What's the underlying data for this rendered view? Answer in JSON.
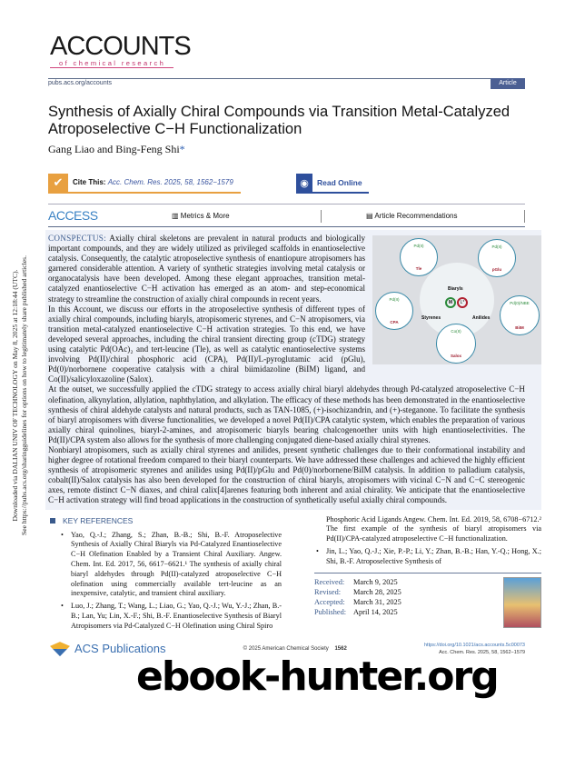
{
  "journal": {
    "logo_main": "ACCOUNTS",
    "logo_sub": "of chemical research",
    "url": "pubs.acs.org/accounts",
    "badge": "Article"
  },
  "article": {
    "title": "Synthesis of Axially Chiral Compounds via Transition Metal-Catalyzed Atroposelective C−H Functionalization",
    "authors": "Gang Liao and Bing-Feng Shi",
    "corresponding_mark": "*"
  },
  "cite": {
    "label": "Cite This:",
    "citation": "Acc. Chem. Res. 2025, 58, 1562−1579",
    "icon": "check-icon"
  },
  "read_online": {
    "label": "Read Online",
    "icon": "globe-icon"
  },
  "access": {
    "label": "ACCESS",
    "metrics": "Metrics & More",
    "recommendations": "Article Recommendations"
  },
  "side_notice": [
    "Downloaded via DALIAN UNIV OF TECHNOLOGY on May 8, 2025 at 12:18:44 (UTC).",
    "See https://pubs.acs.org/sharingguidelines for options on how to legitimately share published articles."
  ],
  "conspectus": {
    "label": "CONSPECTUS:",
    "p1": " Axially chiral skeletons are prevalent in natural products and biologically important compounds, and they are widely utilized as privileged scaffolds in enantioselective catalysis. Consequently, the catalytic atroposelective synthesis of enantiopure atropisomers has garnered considerable attention. A variety of synthetic strategies involving metal catalysis or organocatalysis have been developed. Among these elegant approaches, transition metal-catalyzed enantioselective C−H activation has emerged as an atom- and step-economical strategy to streamline the construction of axially chiral compounds in recent years.",
    "p2": "In this Account, we discuss our efforts in the atroposelective synthesis of different types of axially chiral compounds, including biaryls, atropisomeric styrenes, and C−N atropisomers, via transition metal-catalyzed enantioselective C−H activation strategies. To this end, we have developed several approaches, including the chiral transient directing group (cTDG) strategy using catalytic Pd(OAc)₂ and tert-leucine (Tle), as well as catalytic enantioselective systems involving Pd(II)/chiral phosphoric acid (CPA), Pd(II)/L-pyroglutamic acid (pGlu), Pd(0)/norbornene cooperative catalysis with a chiral biimidazoline (BiIM) ligand, and Co(II)/salicyloxazoline (Salox).",
    "p3": "At the outset, we successfully applied the cTDG strategy to access axially chiral biaryl aldehydes through Pd-catalyzed atroposelective C−H olefination, alkynylation, allylation, naphthylation, and alkylation. The efficacy of these methods has been demonstrated in the enantioselective synthesis of chiral aldehyde catalysts and natural products, such as TAN-1085, (+)-isochizandrin, and (+)-steganone. To facilitate the synthesis of biaryl atropisomers with diverse functionalities, we developed a novel Pd(II)/CPA catalytic system, which enables the preparation of various axially chiral quinolines, biaryl-2-amines, and atropisomeric biaryls bearing chalcogenoether units with high enantioselectivities. The Pd(II)/CPA system also allows for the synthesis of more challenging conjugated diene-based axially chiral styrenes.",
    "p4": "Nonbiaryl atropisomers, such as axially chiral styrenes and anilides, present synthetic challenges due to their conformational instability and higher degree of rotational freedom compared to their biaryl counterparts. We have addressed these challenges and achieved the highly efficient synthesis of atropisomeric styrenes and anilides using Pd(II)/pGlu and Pd(0)/norbornene/BiIM catalysis. In addition to palladium catalysis, cobalt(II)/Salox catalysis has also been developed for the construction of chiral biaryls, atropisomers with vicinal C−N and C−C stereogenic axes, remote distinct C−N diaxes, and chiral calix[4]arenes featuring both inherent and axial chirality. We anticipate that the enantioselective C−H activation strategy will find broad applications in the construction of synthetically useful axially chiral compounds."
  },
  "toc_graphic": {
    "center": "Biaryls",
    "left": "Styrenes",
    "right": "Anilides",
    "hub_m": "M",
    "hub_l": "L*",
    "circles": [
      {
        "top": "Pd(II)",
        "bottom": "Tle"
      },
      {
        "top": "Pd(II)",
        "bottom": "pGlu"
      },
      {
        "top": "Pd(II)",
        "bottom": "CPA"
      },
      {
        "top": "Pd(0)/NBE",
        "bottom": "BiIM"
      },
      {
        "top": "Co(II)",
        "bottom": "Salox"
      }
    ]
  },
  "key_references": {
    "heading": "KEY REFERENCES",
    "ref1": "Yao, Q.-J.; Zhang, S.; Zhan, B.-B.; Shi, B.-F. Atroposelective Synthesis of Axially Chiral Biaryls via Pd-Catalyzed Enantioselective C−H Olefination Enabled by a Transient Chiral Auxiliary. Angew. Chem. Int. Ed. 2017, 56, 6617−6621.¹ The synthesis of axially chiral biaryl aldehydes through Pd(II)-catalyzed atroposelective C−H olefination using commercially available tert-leucine as an inexpensive, catalytic, and transient chiral auxiliary.",
    "ref2a": "Luo, J.; Zhang, T.; Wang, L.; Liao, G.; Yao, Q.-J.; Wu, Y.-J.; Zhan, B.-B.; Lan, Yu; Lin, X.-F.; Shi, B.-F. Enantioselective Synthesis of Biaryl Atropisomers via Pd-Catalyzed C−H Olefination using Chiral Spiro",
    "ref2b": "Phosphoric Acid Ligands Angew. Chem. Int. Ed. 2019, 58, 6708−6712.² The first example of the synthesis of biaryl atropisomers via Pd(II)/CPA-catalyzed atroposelective C−H functionalization.",
    "ref3": "Jin, L.; Yao, Q.-J.; Xie, P.-P.; Li, Y.; Zhan, B.-B.; Han, Y.-Q.; Hong, X.; Shi, B.-F. Atroposelective Synthesis of"
  },
  "dates": [
    {
      "k": "Received:",
      "v": "March 9, 2025"
    },
    {
      "k": "Revised:",
      "v": "March 28, 2025"
    },
    {
      "k": "Accepted:",
      "v": "March 31, 2025"
    },
    {
      "k": "Published:",
      "v": "April 14, 2025"
    }
  ],
  "footer": {
    "publisher": "ACS Publications",
    "copyright": "© 2025 American Chemical Society",
    "page": "1562",
    "doi": "https://doi.org/10.1021/acs.accounts.5c00073",
    "citation": "Acc. Chem. Res. 2025, 58, 1562−1579"
  },
  "watermark": "ebook-hunter.org",
  "colors": {
    "accent_blue": "#3a5a8c",
    "cite_orange": "#e8a040",
    "read_blue": "#2e4f9c",
    "conspectus_bg": "#eef1f8"
  }
}
